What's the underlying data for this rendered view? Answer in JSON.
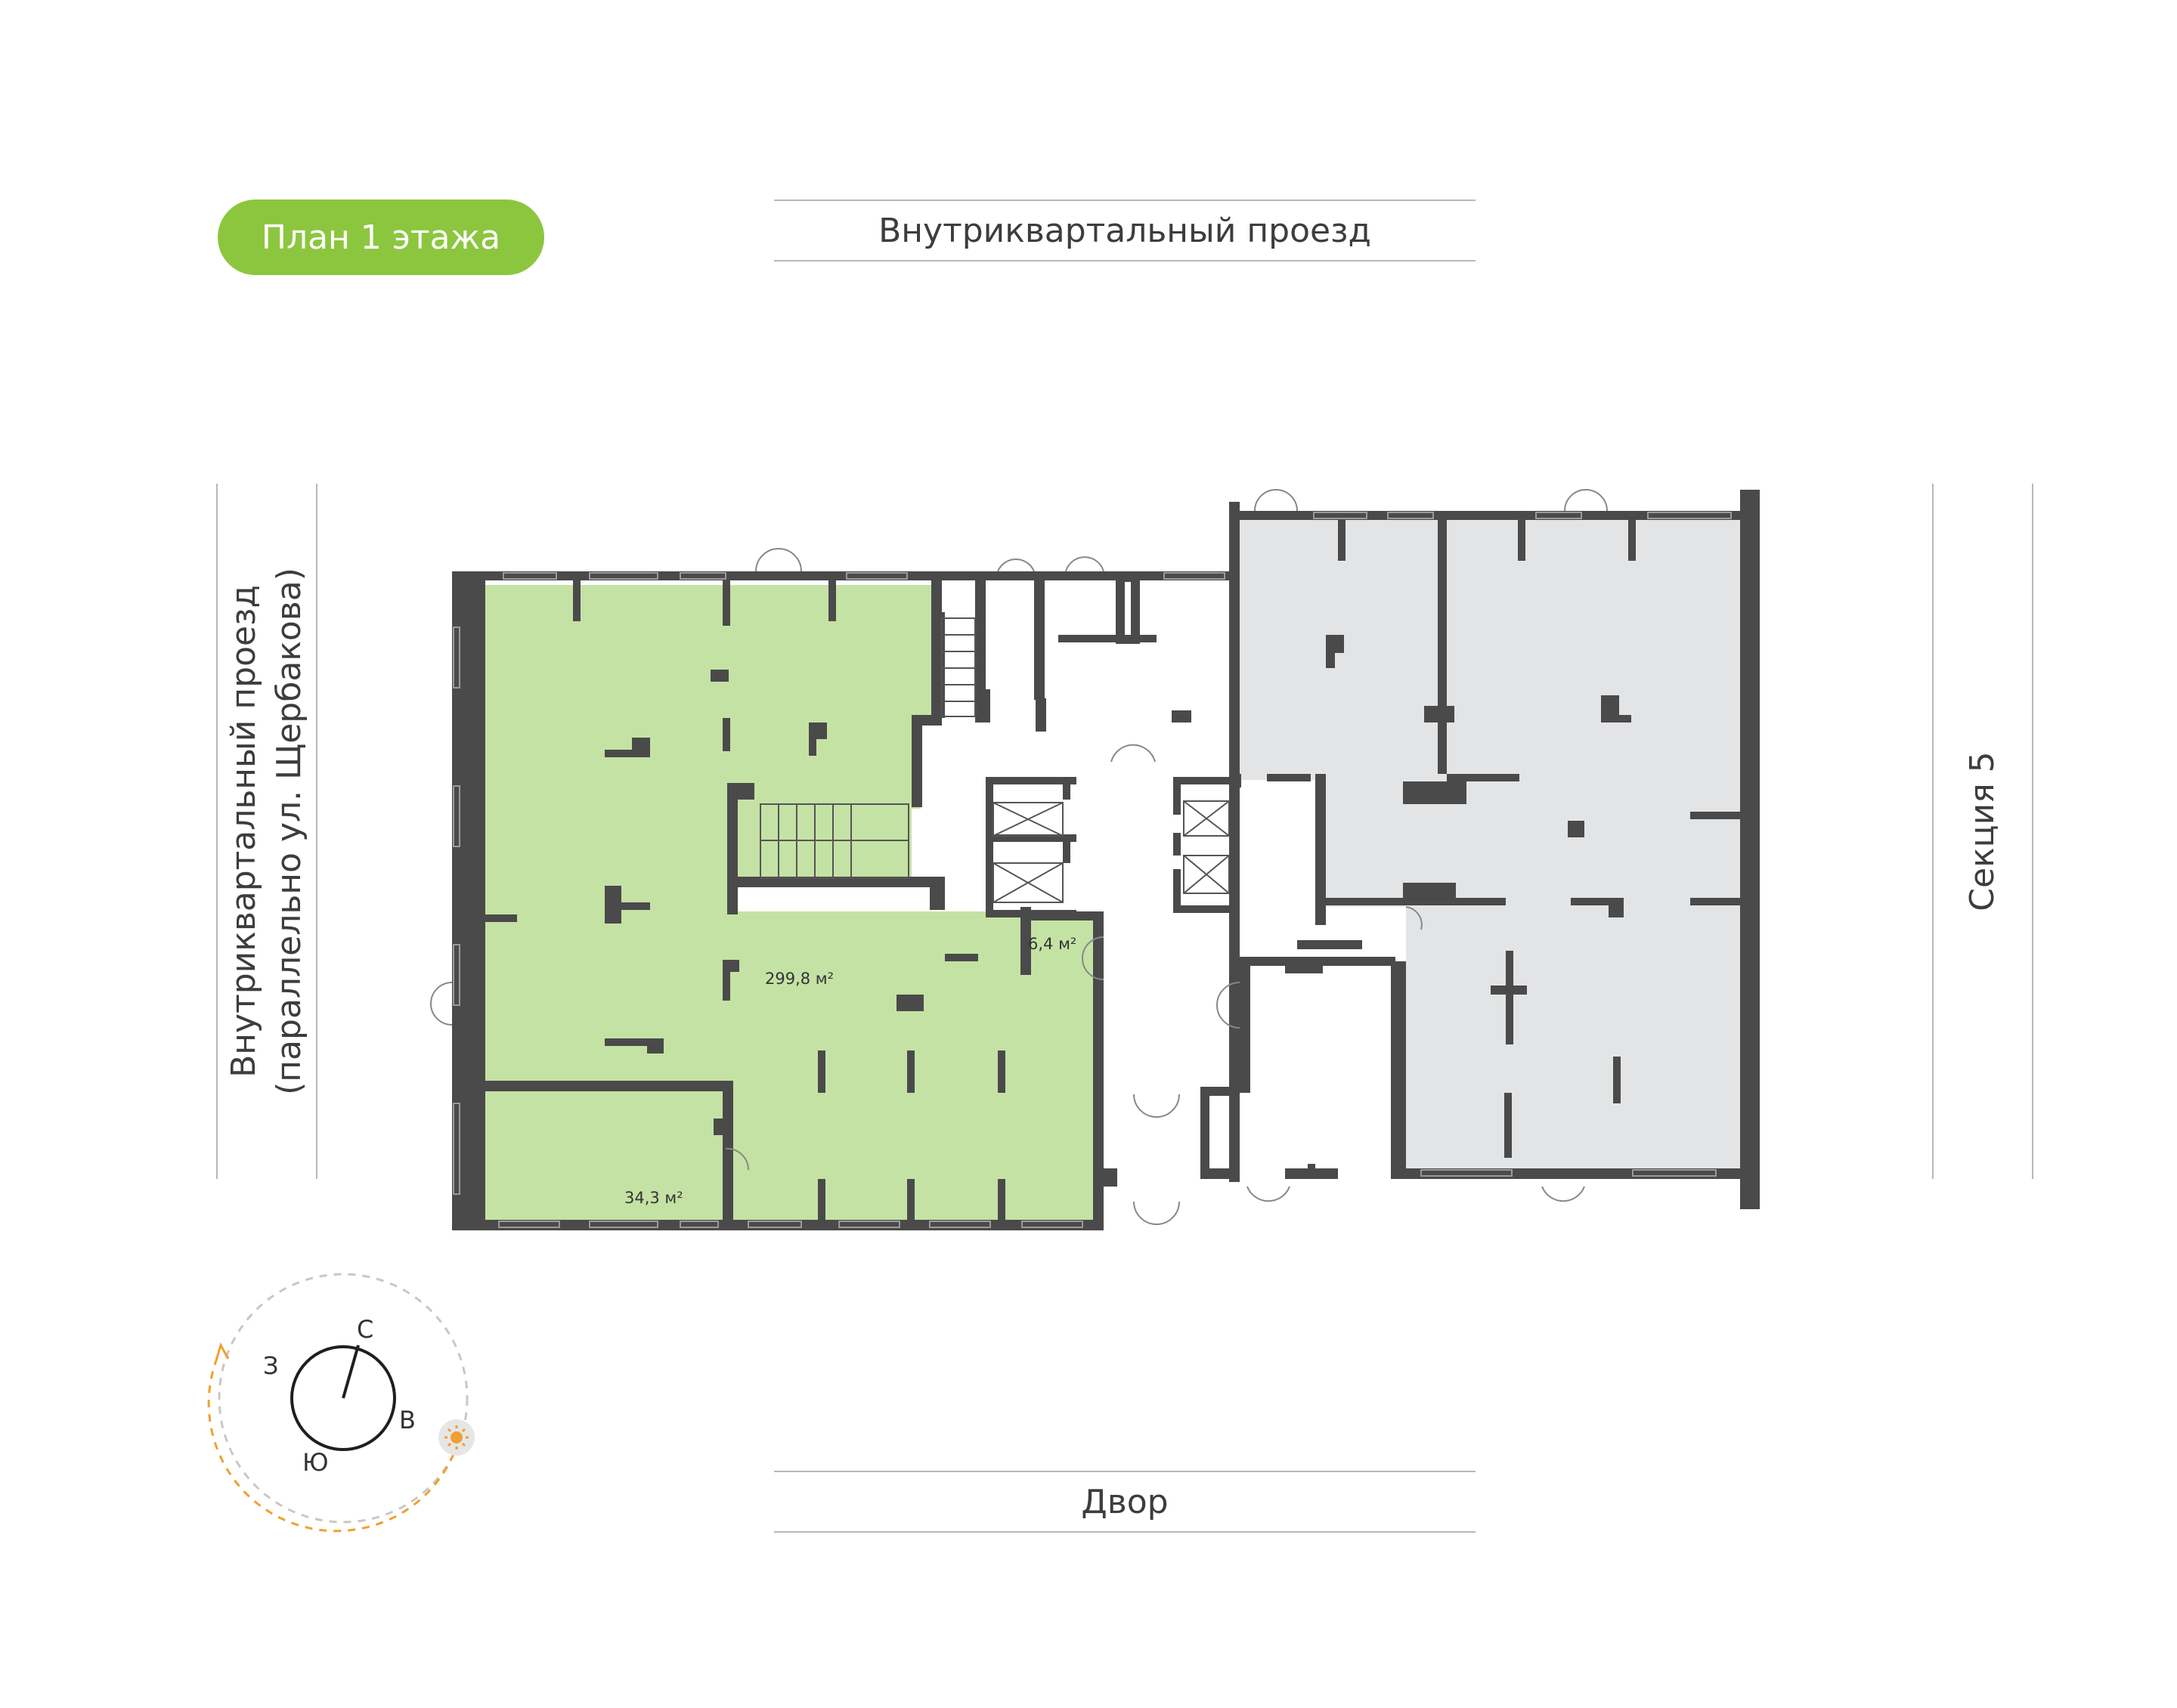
{
  "plan_title": "План 1 этажа",
  "streets": {
    "top": "Внутриквартальный проезд",
    "left_line1": "Внутриквартальный проезд",
    "left_line2": "(параллельно ул. Щербакова)",
    "right": "Секция 5",
    "bottom": "Двор"
  },
  "areas": {
    "main": "299,8 м²",
    "small": "34,3 м²",
    "wc": "6,4 м²"
  },
  "compass": {
    "north": "С",
    "east": "В",
    "south": "Ю",
    "west": "З",
    "sun_icon": "sun-icon"
  },
  "colors": {
    "accent": "#8cc63f",
    "unit_fill": "#c5e2a5",
    "other_fill": "#e3e4e6",
    "wall": "#4a4a4a",
    "sun_path": "#f0a030"
  }
}
